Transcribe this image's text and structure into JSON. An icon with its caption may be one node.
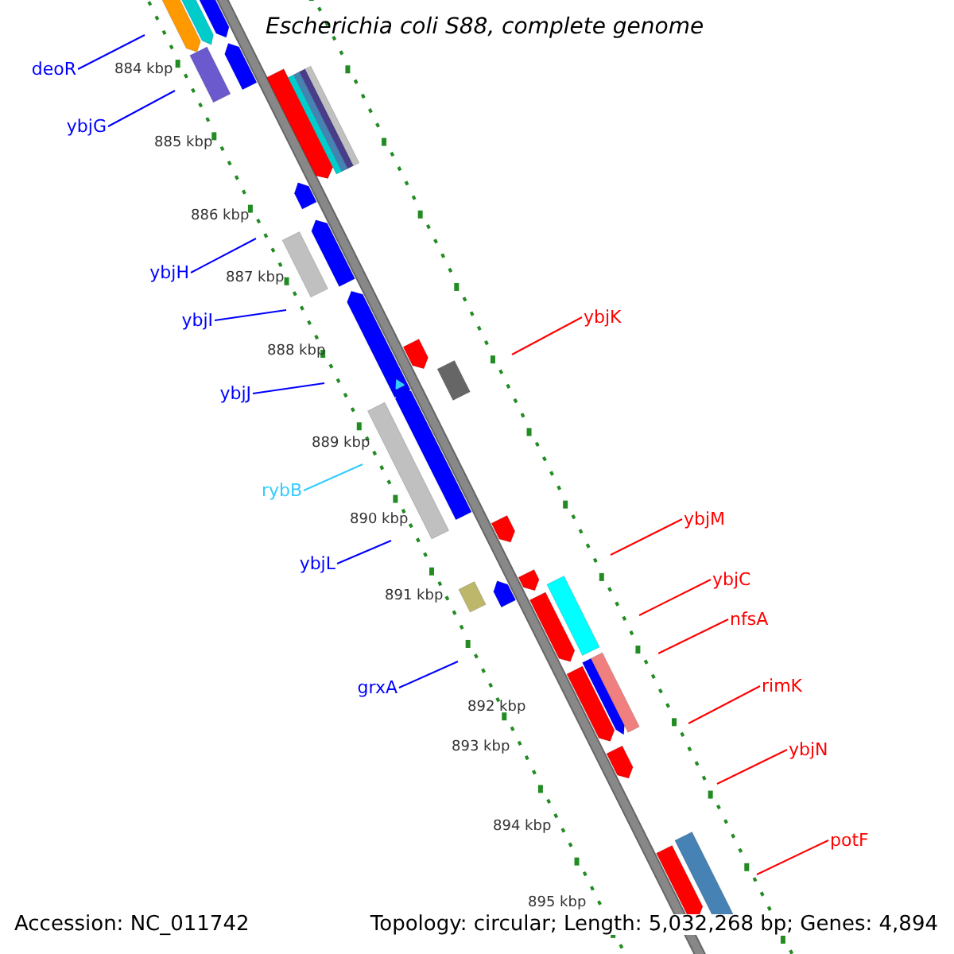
{
  "diagram": {
    "title": "Escherichia coli S88, complete genome",
    "nodes": [
      {
        "text": [
          "deoR"
        ]
      },
      {
        "text": [
          "ybjG"
        ]
      },
      {
        "text": [
          "ybjH"
        ]
      },
      {
        "text": [
          "ybjI"
        ]
      },
      {
        "text": [
          "ybjJ"
        ]
      },
      {
        "text": [
          "rybB"
        ]
      },
      {
        "text": [
          "ybjL"
        ]
      },
      {
        "text": [
          "grxA"
        ]
      },
      {
        "text": [
          "ybjK"
        ]
      },
      {
        "text": [
          "ybjM"
        ]
      },
      {
        "text": [
          "ybjC"
        ]
      },
      {
        "text": [
          "nfsA"
        ]
      },
      {
        "text": [
          "rimK"
        ]
      },
      {
        "text": [
          "ybjN"
        ]
      },
      {
        "text": [
          "potF"
        ]
      }
    ],
    "edges": [
      {
        "from": 0,
        "to": null,
        "arrow": "none"
      },
      {
        "from": 1,
        "to": null,
        "arrow": "none"
      },
      {
        "from": 2,
        "to": null,
        "arrow": "none"
      },
      {
        "from": 3,
        "to": null,
        "arrow": "none"
      },
      {
        "from": 4,
        "to": null,
        "arrow": "none"
      },
      {
        "from": 5,
        "to": null,
        "arrow": "none",
        "color": "#33ccff"
      },
      {
        "from": 6,
        "to": null,
        "arrow": "none"
      },
      {
        "from": 7,
        "to": null,
        "arrow": "none"
      },
      {
        "from": 8,
        "to": null,
        "arrow": "none",
        "color": "#ff0000"
      },
      {
        "from": 9,
        "to": null,
        "arrow": "none",
        "color": "#ff0000"
      },
      {
        "from": 10,
        "to": null,
        "arrow": "none",
        "color": "#ff0000"
      },
      {
        "from": 11,
        "to": null,
        "arrow": "none",
        "color": "#ff0000"
      },
      {
        "from": 12,
        "to": null,
        "arrow": "none",
        "color": "#ff0000"
      },
      {
        "from": 13,
        "to": null,
        "arrow": "none",
        "color": "#ff0000"
      },
      {
        "from": 14,
        "to": null,
        "arrow": "none",
        "color": "#ff0000"
      }
    ],
    "labels": [
      "884 kbp",
      "885 kbp",
      "886 kbp",
      "887 kbp",
      "888 kbp",
      "889 kbp",
      "890 kbp",
      "891 kbp",
      "892 kbp",
      "893 kbp",
      "894 kbp",
      "895 kbp",
      "Accession: NC_011742",
      "Topology: circular; Length: 5,032,268 bp; Genes: 4,894"
    ]
  }
}
